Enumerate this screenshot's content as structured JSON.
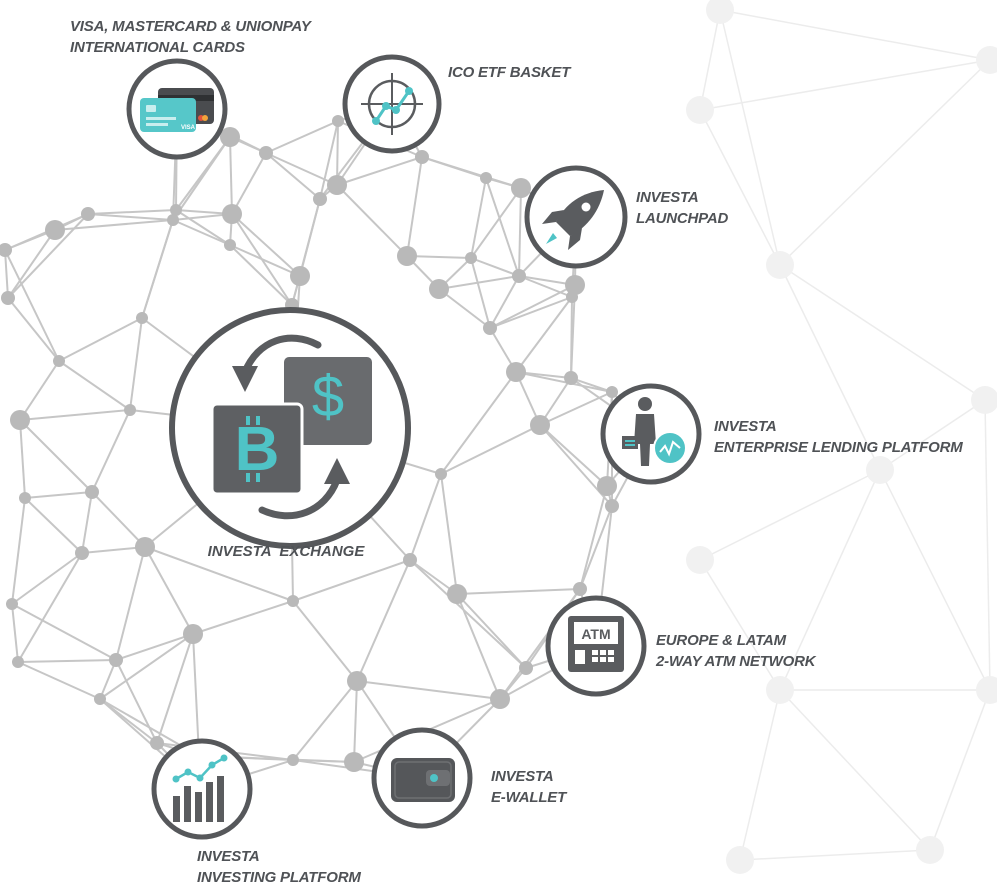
{
  "colors": {
    "accent": "#4fc3c6",
    "icon_dark": "#55575a",
    "ring": "#56585b",
    "network_line": "#c6c6c6",
    "network_node": "#b9b9b9",
    "label": "#4f5256"
  },
  "center": {
    "label": "INVESTA  EXCHANGE",
    "icons": [
      "bitcoin-icon",
      "dollar-icon",
      "exchange-arrows-icon"
    ]
  },
  "services": [
    {
      "id": "cards",
      "icon": "credit-cards-icon",
      "lines": [
        "VISA, MASTERCARD & UNIONPAY",
        "INTERNATIONAL CARDS"
      ]
    },
    {
      "id": "etf",
      "icon": "target-chart-icon",
      "lines": [
        "ICO ETF BASKET"
      ]
    },
    {
      "id": "launchpad",
      "icon": "rocket-icon",
      "lines": [
        "INVESTA",
        "LAUNCHPAD"
      ]
    },
    {
      "id": "lending",
      "icon": "business-person-icon",
      "lines": [
        "INVESTA",
        "ENTERPRISE LENDING PLATFORM"
      ]
    },
    {
      "id": "atm",
      "icon": "atm-icon",
      "lines": [
        "EUROPE & LATAM",
        "2-WAY ATM NETWORK"
      ],
      "atm_text": "ATM"
    },
    {
      "id": "wallet",
      "icon": "wallet-icon",
      "lines": [
        "INVESTA",
        "E-WALLET"
      ]
    },
    {
      "id": "investing",
      "icon": "bar-chart-icon",
      "lines": [
        "INVESTA",
        "INVESTING PLATFORM"
      ]
    }
  ]
}
